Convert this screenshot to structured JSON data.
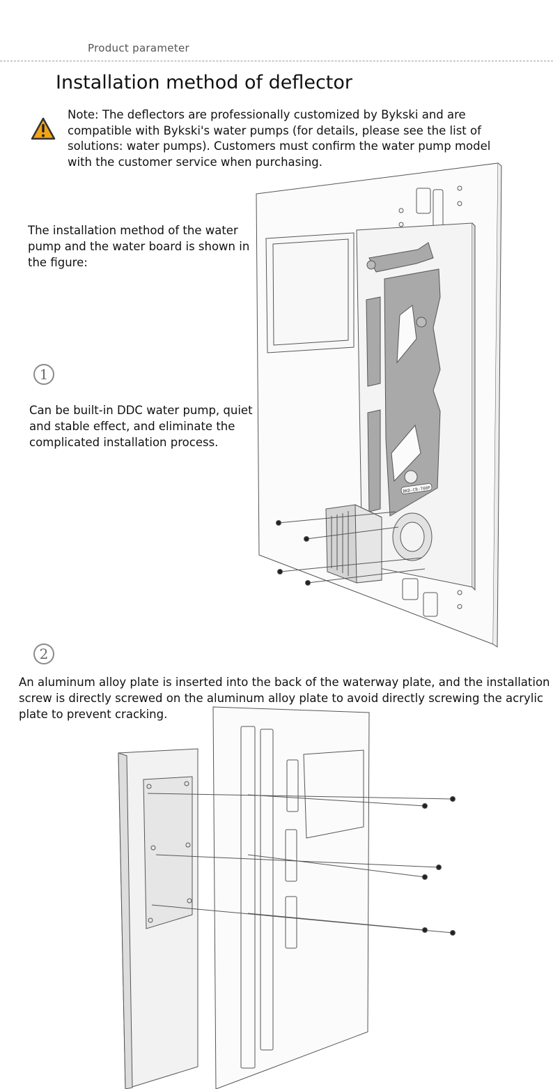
{
  "header": {
    "section_label": "Product parameter"
  },
  "title": "Installation method of deflector",
  "note": {
    "icon": "warning-icon",
    "text": "Note: The deflectors are professionally customized by Bykski and are compatible with Bykski's water pumps (for details, please see the list of solutions: water pumps). Customers must confirm the water pump model with the customer service when purchasing."
  },
  "intro": {
    "text": "The installation method of the water pump and the water board is shown in the figure:"
  },
  "steps": [
    {
      "number": "1",
      "text": "Can be built-in DDC water pump, quiet and stable effect, and eliminate the complicated installation process."
    },
    {
      "number": "2",
      "text": "An aluminum alloy plate is inserted into the back of the waterway plate, and the installation screw is directly screwed on the aluminum alloy plate to avoid directly screwing the acrylic plate to prevent cracking."
    }
  ],
  "figure1": {
    "product_label": "BKD-CR-700P"
  },
  "colors": {
    "warning_fill": "#f2a417",
    "warning_stroke": "#333333",
    "line": "#555555",
    "channel_gray": "#a9a9a9",
    "panel_fill": "#fbfbfb"
  }
}
